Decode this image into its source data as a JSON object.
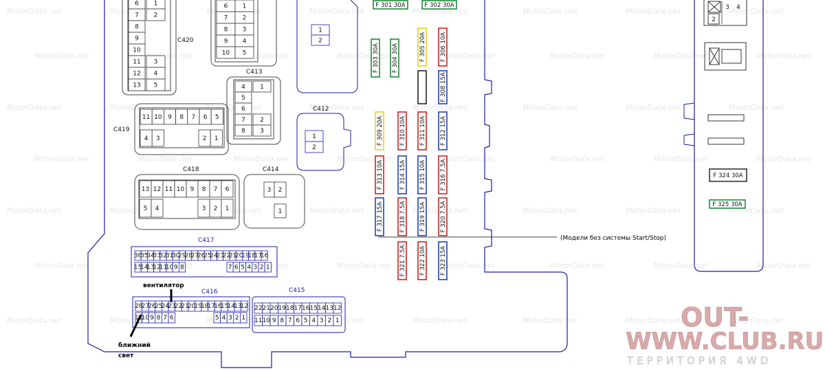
{
  "colors": {
    "outline": "#1a1aa8",
    "connector": "#555555",
    "fuse_green": "#1a8a3a",
    "fuse_red": "#d02020",
    "fuse_blue": "#2040c0",
    "fuse_yellow": "#e8d020",
    "fuse_black": "#222222",
    "logo": "#d9aaaa"
  },
  "connectors": {
    "c420": {
      "label": "C420",
      "rows": [
        [
          "6",
          "1"
        ],
        [
          "7",
          "2"
        ],
        [
          "8",
          ""
        ],
        [
          "9",
          ""
        ],
        [
          "10",
          ""
        ],
        [
          "11",
          "3"
        ],
        [
          "12",
          "4"
        ],
        [
          "13",
          "5"
        ]
      ]
    },
    "c_top2": {
      "rows": [
        [
          "6",
          "1"
        ],
        [
          "7",
          "2"
        ],
        [
          "8",
          "3"
        ],
        [
          "9",
          "4"
        ],
        [
          "10",
          "5"
        ]
      ]
    },
    "c_small": {
      "cells": [
        "1",
        "2"
      ]
    },
    "c413": {
      "label": "C413",
      "rows": [
        [
          "4",
          "1"
        ],
        [
          "5",
          ""
        ],
        [
          "6",
          ""
        ],
        [
          "7",
          "2"
        ],
        [
          "8",
          "3"
        ]
      ]
    },
    "c419": {
      "label": "C419",
      "top": [
        "11",
        "10",
        "9",
        "8",
        "7",
        "6",
        "5"
      ],
      "bottom_left": [
        "4",
        "3"
      ],
      "bottom_right": [
        "2",
        "1"
      ]
    },
    "c412": {
      "label": "C412",
      "cells": [
        "1",
        "2"
      ]
    },
    "c418": {
      "label": "C418",
      "top": [
        "13",
        "12",
        "11",
        "10",
        "9",
        "8",
        "7",
        "6"
      ],
      "bottom_left": [
        "5",
        "4"
      ],
      "bottom_right": [
        "3",
        "2",
        "1"
      ]
    },
    "c414": {
      "label": "C414",
      "cells": [
        "3",
        "2",
        "1"
      ]
    },
    "c417": {
      "label": "C417",
      "top": [
        "36",
        "35",
        "34",
        "33",
        "32",
        "31",
        "30",
        "29",
        "28",
        "27",
        "26",
        "25",
        "24",
        "23",
        "22",
        "21",
        "20",
        "19",
        "18",
        "17",
        "16"
      ],
      "bottom_left": [
        "15",
        "14",
        "13",
        "12",
        "11",
        "10",
        "9",
        "8"
      ],
      "bottom_right": [
        "7",
        "6",
        "5",
        "4",
        "3",
        "2",
        "1"
      ]
    },
    "c416": {
      "label": "C416",
      "top": [
        "28",
        "27",
        "26",
        "25",
        "24",
        "23",
        "22",
        "21",
        "20",
        "19",
        "18",
        "17",
        "16",
        "15",
        "14",
        "13",
        "12"
      ],
      "bottom_left": [
        "11",
        "10",
        "9",
        "8",
        "7",
        "6"
      ],
      "bottom_right": [
        "5",
        "4",
        "3",
        "2",
        "1"
      ]
    },
    "c415": {
      "label": "C415",
      "top": [
        "22",
        "21",
        "20",
        "19",
        "18",
        "17",
        "16",
        "15",
        "14",
        "13",
        "12"
      ],
      "bottom": [
        "11",
        "10",
        "9",
        "8",
        "7",
        "6",
        "5",
        "4",
        "3",
        "2",
        "1"
      ]
    },
    "relay_top": {
      "cells": [
        "3",
        "4",
        "2"
      ]
    }
  },
  "fuses": {
    "f301": "F 301 30A",
    "f302": "F 302 30A",
    "f303": "F 303 30A",
    "f304": "F 304 30A",
    "f305": "F 305 20A",
    "f306": "F 306 10A",
    "f308": "F 308 15A",
    "f309": "F 309 20A",
    "f310": "F 310 10A",
    "f311": "F 311 10A",
    "f312": "F 312 15A",
    "f313": "F 313 10A",
    "f314": "F 314 15A",
    "f315": "F 315 10A",
    "f316": "F 316 7.5A",
    "f317": "F 317 15A",
    "f318": "F 318 7.5A",
    "f319": "F 319 15A",
    "f320": "F 320 7.5A",
    "f321": "F 321 7.5A",
    "f322": "F 322 10A",
    "f323": "F 323 15A",
    "f324": "F 324 30A",
    "f325": "F 325 30A"
  },
  "annotations": {
    "start_stop_note": "(Модели без системы Start/Stop)",
    "fan": "вентилятор",
    "low_beam_1": "ближний",
    "low_beam_2": "свет"
  },
  "watermark": {
    "text": "MotorData.net"
  },
  "logo": {
    "line1": "OUT-",
    "line2": "WWW.CLUB.RU",
    "line3": "ТЕРРИТОРИЯ 4WD"
  }
}
